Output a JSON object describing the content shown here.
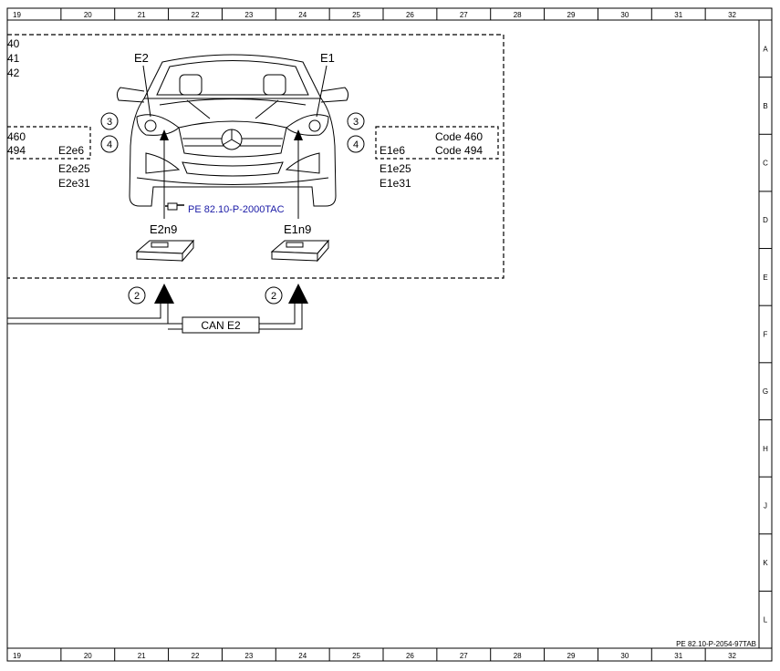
{
  "frame": {
    "columns": [
      "19",
      "20",
      "21",
      "22",
      "23",
      "24",
      "25",
      "26",
      "27",
      "28",
      "29",
      "30",
      "31",
      "32"
    ],
    "rows": [
      "A",
      "B",
      "C",
      "D",
      "E",
      "F",
      "G",
      "H",
      "J",
      "K",
      "L"
    ]
  },
  "left_cut_labels": [
    "40",
    "41",
    "42"
  ],
  "left_code_box": {
    "line1": "460",
    "line2": "494"
  },
  "right_code_box": {
    "line1": "Code 460",
    "line2": "Code 494"
  },
  "components": {
    "e2": "E2",
    "e1": "E1",
    "e2e6": "E2e6",
    "e2e25": "E2e25",
    "e2e31": "E2e31",
    "e1e6": "E1e6",
    "e1e25": "E1e25",
    "e1e31": "E1e31",
    "e2n9": "E2n9",
    "e1n9": "E1n9"
  },
  "connectors": {
    "c3": "3",
    "c4": "4",
    "c2": "2"
  },
  "reference_link": {
    "icon": "pointing-hand-icon",
    "text": "PE 82.10-P-2000TAC",
    "color": "#1a1aa6"
  },
  "bus_label": "CAN E2",
  "doc_id": "PE 82.10-P-2054-97TAB"
}
